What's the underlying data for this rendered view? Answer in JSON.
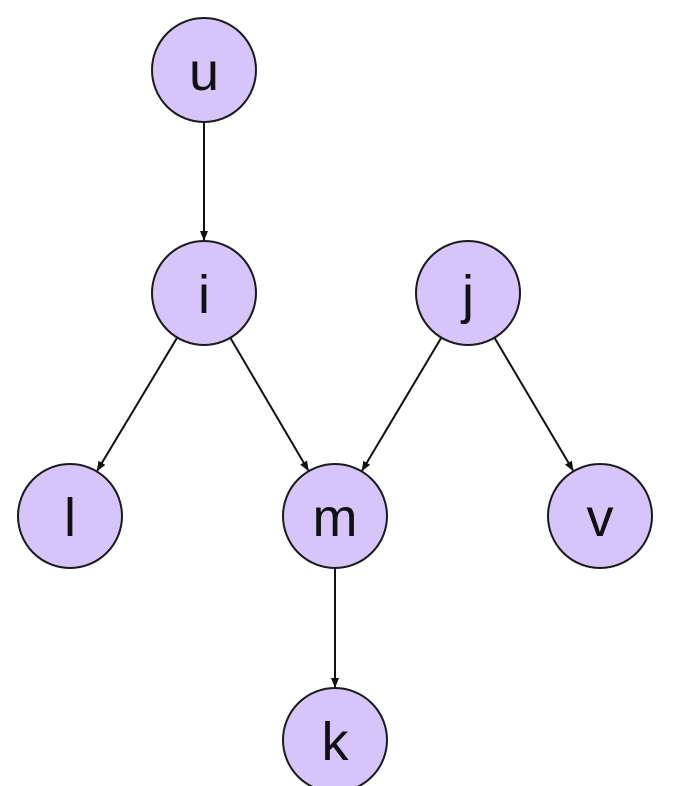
{
  "diagram": {
    "type": "directed-graph",
    "colors": {
      "node_fill": "#d5c5fb",
      "node_stroke": "#1a1a1a",
      "edge": "#111111"
    },
    "nodes": [
      {
        "id": "u",
        "label": "u"
      },
      {
        "id": "i",
        "label": "i"
      },
      {
        "id": "j",
        "label": "j"
      },
      {
        "id": "l",
        "label": "l"
      },
      {
        "id": "m",
        "label": "m"
      },
      {
        "id": "v",
        "label": "v"
      },
      {
        "id": "k",
        "label": "k"
      }
    ],
    "edges": [
      {
        "from": "u",
        "to": "i"
      },
      {
        "from": "i",
        "to": "l"
      },
      {
        "from": "i",
        "to": "m"
      },
      {
        "from": "j",
        "to": "m"
      },
      {
        "from": "j",
        "to": "v"
      },
      {
        "from": "m",
        "to": "k"
      }
    ]
  }
}
